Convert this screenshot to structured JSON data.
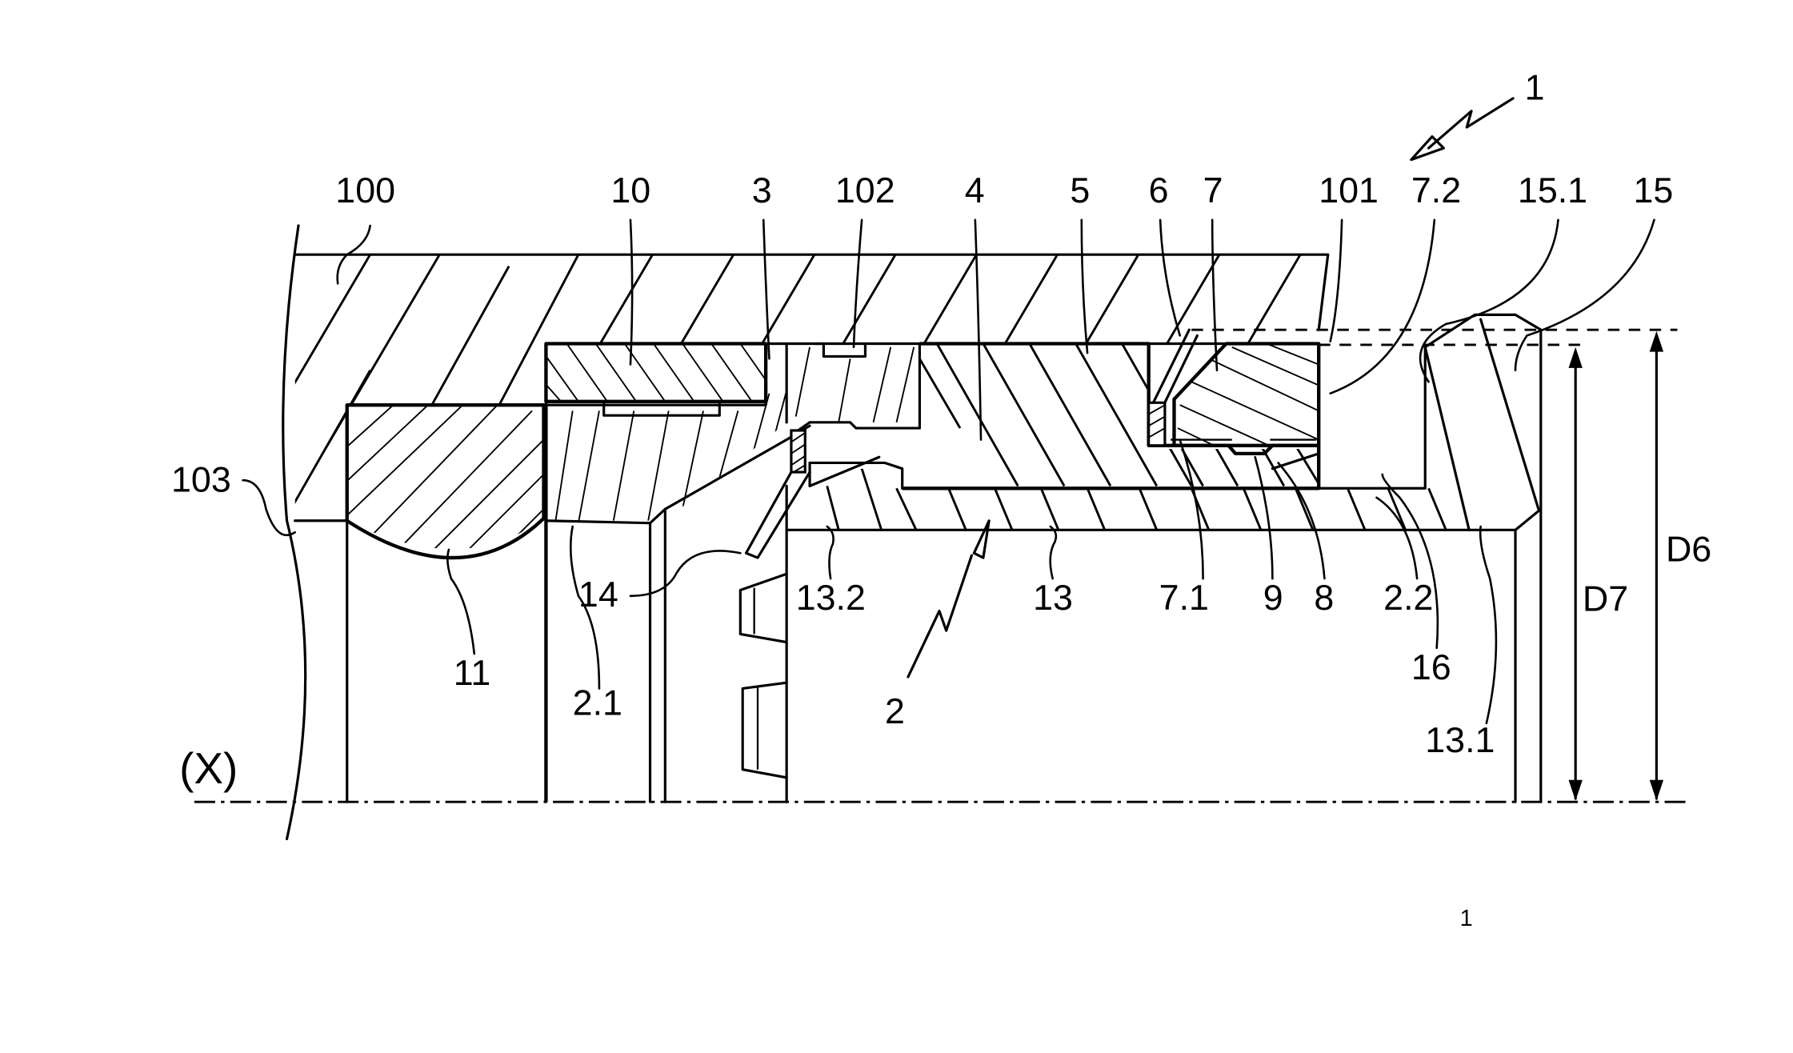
{
  "figure": {
    "axis_label": "(X)",
    "reference_labels": {
      "assembly": "1",
      "housing": "100",
      "ring_10": "10",
      "part_3": "3",
      "groove_102": "102",
      "part_4": "4",
      "part_5": "5",
      "part_6": "6",
      "part_7": "7",
      "edge_101": "101",
      "face_7_2": "7.2",
      "face_15_1": "15.1",
      "part_15": "15",
      "edge_103": "103",
      "ball_11": "11",
      "face_2_1": "2.1",
      "seal_14": "14",
      "face_13_2": "13.2",
      "insert_2": "2",
      "sleeve_13": "13",
      "face_7_1": "7.1",
      "part_9": "9",
      "part_8": "8",
      "face_2_2": "2.2",
      "gap_16": "16",
      "face_13_1": "13.1"
    },
    "dimensions": {
      "d7": "D7",
      "d6": "D6"
    },
    "page_fragment": "1"
  }
}
